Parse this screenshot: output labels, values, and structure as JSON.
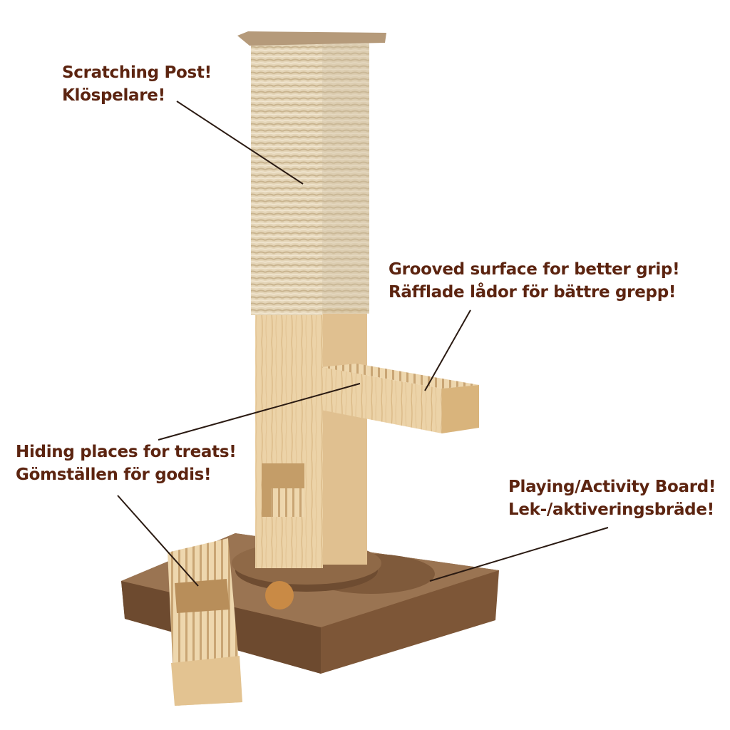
{
  "colors": {
    "text": "#5c2410",
    "line": "#2a1a12",
    "sisal": "#e6d8bd",
    "wood": "#ecd2a6",
    "board": "#8c6444"
  },
  "callouts": [
    {
      "id": "scratching-post",
      "line1": "Scratching Post!",
      "line2": "Klöspelare!"
    },
    {
      "id": "grooved-surface",
      "line1": "Grooved surface for better grip!",
      "line2": "Räfflade lådor för bättre grepp!"
    },
    {
      "id": "hiding-places",
      "line1": "Hiding places for treats!",
      "line2": "Gömställen för godis!"
    },
    {
      "id": "activity-board",
      "line1": "Playing/Activity Board!",
      "line2": "Lek-/aktiveringsbräde!"
    }
  ]
}
